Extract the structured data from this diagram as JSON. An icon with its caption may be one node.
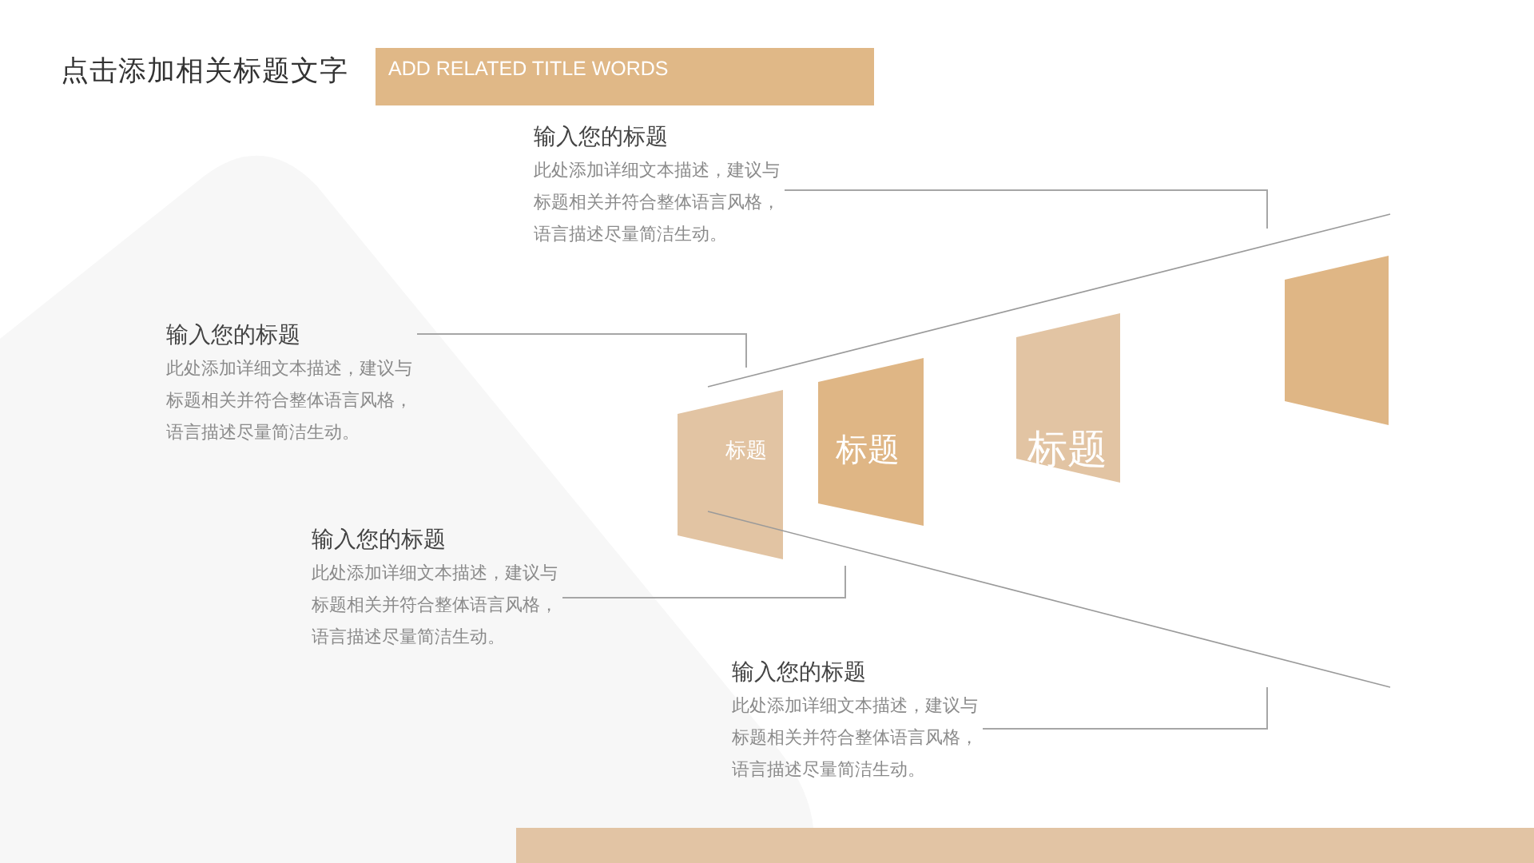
{
  "diagram": {
    "title": "点击添加相关标题文字",
    "nodes": [
      {
        "text": [
          "ADD RELATED TITLE WORDS"
        ]
      },
      {
        "text": [
          "输入您的标题",
          "此处添加详细文本描述，建议与标题相关并符合整体语言风格，语言描述尽量简洁生动。"
        ]
      },
      {
        "text": [
          "输入您的标题",
          "此处添加详细文本描述，建议与标题相关并符合整体语言风格，语言描述尽量简洁生动。"
        ]
      },
      {
        "text": [
          "标题"
        ]
      },
      {
        "text": [
          "标题"
        ]
      },
      {
        "text": [
          "标题"
        ]
      },
      {
        "text": [],
        "shape": "box"
      },
      {
        "text": [
          "输入您的标题",
          "此处添加详细文本描述，建议与标题相关并符合整体语言风格，语言描述尽量简洁生动。"
        ]
      },
      {
        "text": [
          "输入您的标题",
          "此处添加详细文本描述，建议与标题相关并符合整体语言风格，语言描述尽量简洁生动。"
        ]
      }
    ],
    "edges": [
      {
        "from": 1,
        "to": null,
        "arrow": "none"
      },
      {
        "from": 2,
        "to": null,
        "arrow": "none"
      },
      {
        "from": 7,
        "to": null,
        "arrow": "none"
      },
      {
        "from": 8,
        "to": null,
        "arrow": "none"
      }
    ]
  }
}
